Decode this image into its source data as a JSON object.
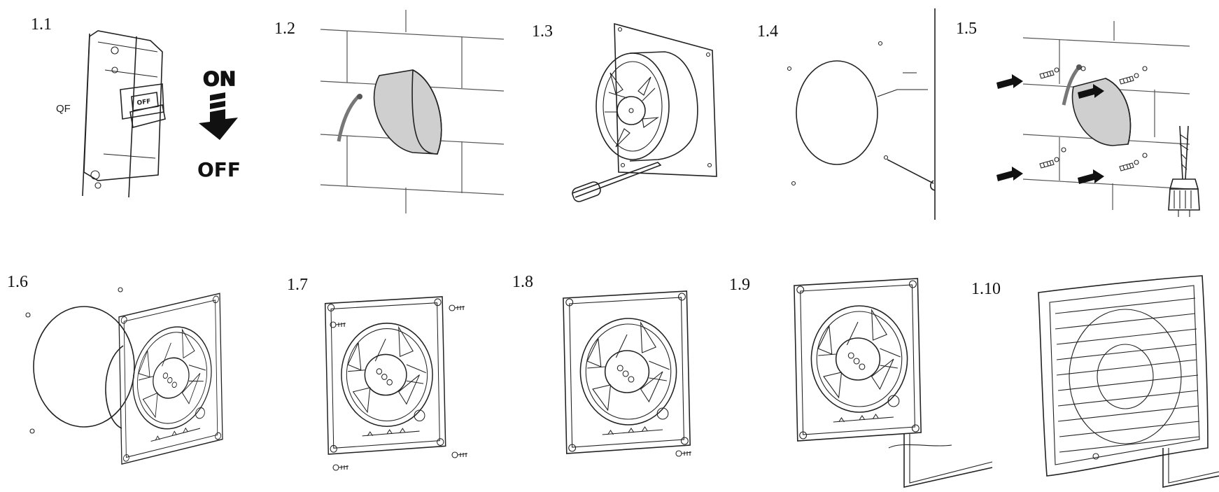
{
  "steps": [
    {
      "id": "1.1",
      "label": "1.1",
      "icon": "circuit-breaker-off-icon"
    },
    {
      "id": "1.2",
      "label": "1.2",
      "icon": "wall-hole-icon"
    },
    {
      "id": "1.3",
      "label": "1.3",
      "icon": "fan-disassembly-icon"
    },
    {
      "id": "1.4",
      "label": "1.4",
      "icon": "marking-holes-icon"
    },
    {
      "id": "1.5",
      "label": "1.5",
      "icon": "drilling-dowels-icon"
    },
    {
      "id": "1.6",
      "label": "1.6",
      "icon": "fan-insertion-icon"
    },
    {
      "id": "1.7",
      "label": "1.7",
      "icon": "fan-screwing-icon"
    },
    {
      "id": "1.8",
      "label": "1.8",
      "icon": "fan-mounted-icon"
    },
    {
      "id": "1.9",
      "label": "1.9",
      "icon": "fan-wiring-icon"
    },
    {
      "id": "1.10",
      "label": "1.10",
      "icon": "fan-cover-installed-icon"
    }
  ],
  "breaker": {
    "label": "QF",
    "switch_text": "OFF"
  },
  "switch_indicator": {
    "on": "ON",
    "off": "OFF"
  },
  "colors": {
    "line": "#222222",
    "hole_fill": "#cfcfcf",
    "cable": "#777777"
  }
}
